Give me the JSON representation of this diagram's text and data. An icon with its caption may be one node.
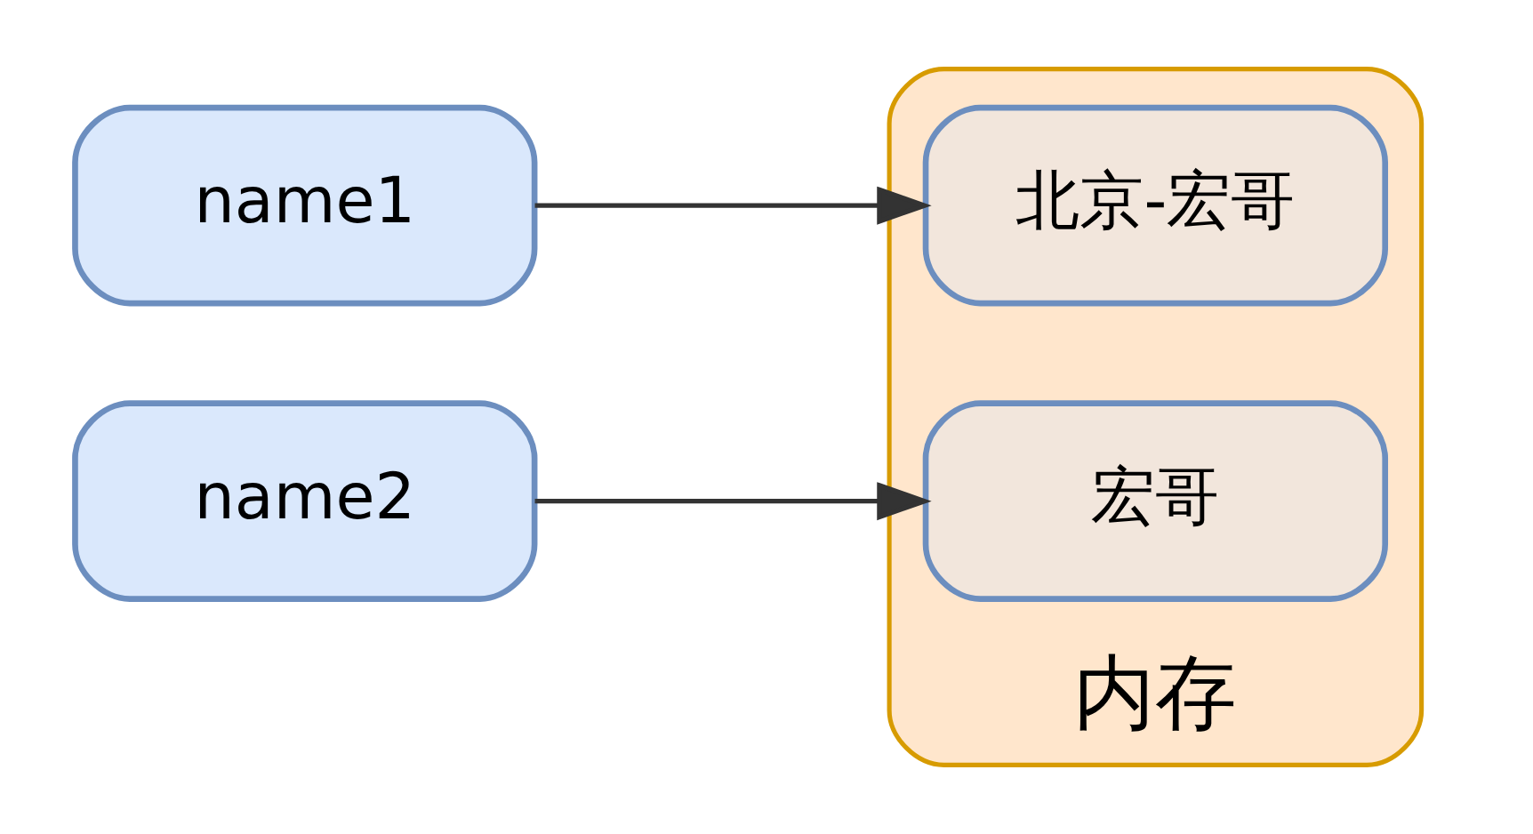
{
  "diagram": {
    "nodes": [
      {
        "text": [
          "内存"
        ]
      },
      {
        "text": [
          "北京-宏哥"
        ],
        "in": 0
      },
      {
        "text": [
          "宏哥"
        ],
        "in": 0
      },
      {
        "text": [
          "name1"
        ]
      },
      {
        "text": [
          "name2"
        ]
      }
    ],
    "edges": [
      {
        "from": 3,
        "to": 1,
        "arrow": "to"
      },
      {
        "from": 4,
        "to": 2,
        "arrow": "to"
      }
    ]
  }
}
